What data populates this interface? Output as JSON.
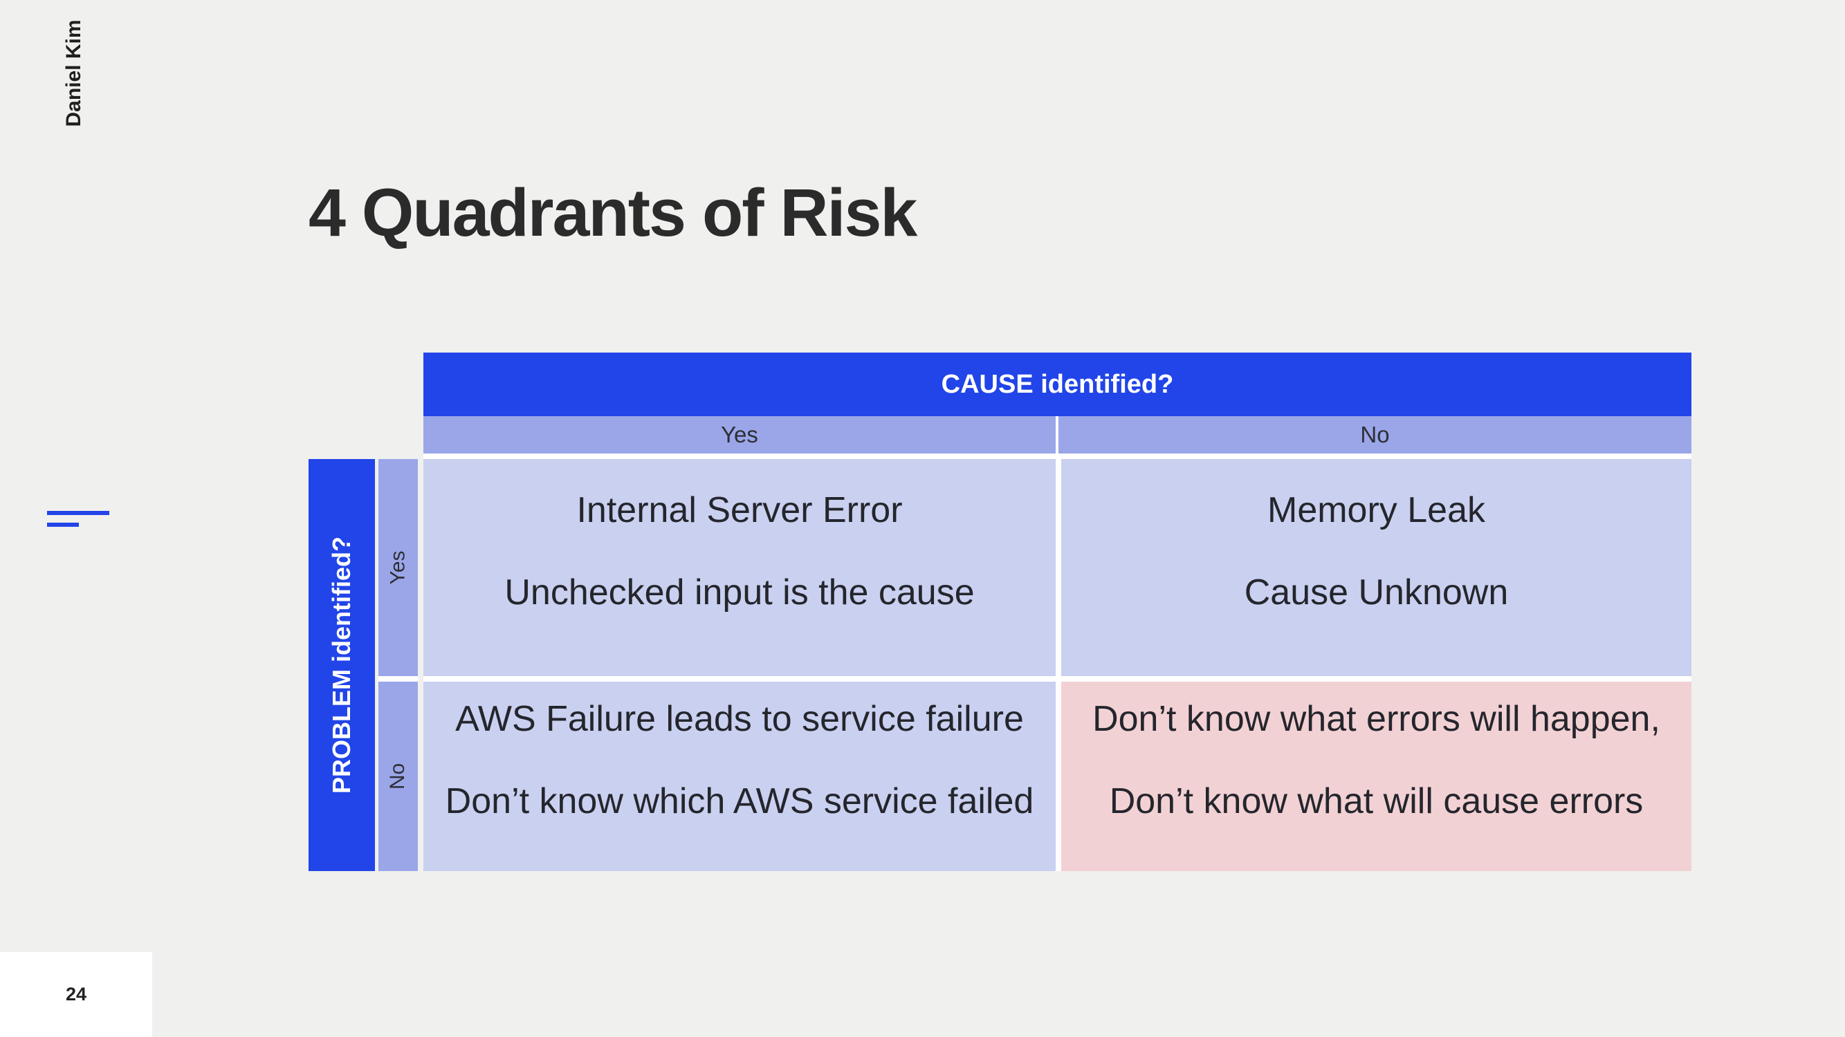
{
  "slide": {
    "author": "Daniel Kim",
    "title": "4 Quadrants of Risk",
    "page_number": "24"
  },
  "matrix": {
    "column_axis": {
      "title": "CAUSE identified?",
      "options": [
        "Yes",
        "No"
      ]
    },
    "row_axis": {
      "title": "PROBLEM identified?",
      "options": [
        "Yes",
        "No"
      ]
    },
    "quadrants": [
      {
        "problem": "Yes",
        "cause": "Yes",
        "lines": [
          "Internal Server Error",
          "Unchecked input is the cause"
        ],
        "highlight": false
      },
      {
        "problem": "Yes",
        "cause": "No",
        "lines": [
          "Memory Leak",
          "Cause Unknown"
        ],
        "highlight": false
      },
      {
        "problem": "No",
        "cause": "Yes",
        "lines": [
          "AWS Failure leads to service failure",
          "Don’t know which AWS service failed"
        ],
        "highlight": false
      },
      {
        "problem": "No",
        "cause": "No",
        "lines": [
          "Don’t know what errors will happen,",
          "Don’t know what will cause errors"
        ],
        "highlight": true
      }
    ]
  },
  "colors": {
    "background": "#f0f0ee",
    "axis_header_blue": "#2145e8",
    "option_strip_blue": "#9aa6e8",
    "quadrant_blue": "#cad0f0",
    "quadrant_pink": "#f2d1d4",
    "accent_blue": "#2244e9",
    "page_box_white": "#ffffff",
    "text_dark": "#24262c"
  }
}
